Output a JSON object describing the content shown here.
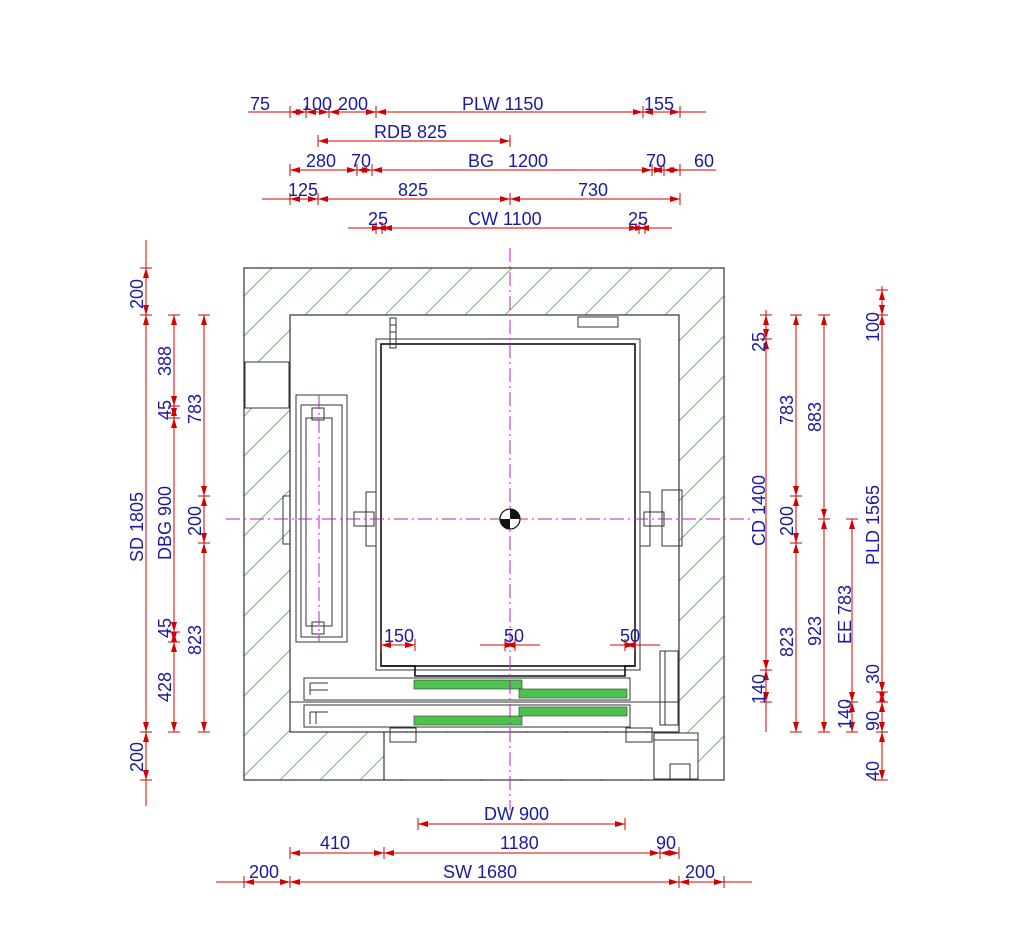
{
  "top_dimensions": {
    "row1": {
      "a": "75",
      "b": "100",
      "c": "200",
      "plw": "PLW 1150",
      "d": "155"
    },
    "row2": {
      "rdb": "RDB 825"
    },
    "row3": {
      "a": "280",
      "b": "70",
      "bg": "BG",
      "bg_val": "1200",
      "c": "70",
      "d": "60"
    },
    "row4": {
      "a": "125",
      "b": "825",
      "c": "730"
    },
    "row5": {
      "a": "25",
      "cw": "CW 1100",
      "b": "25"
    }
  },
  "left_dimensions": {
    "sd": "SD 1805",
    "dbg": "DBG 900",
    "top": "200",
    "bottom": "200",
    "d388": "388",
    "d45a": "45",
    "d45b": "45",
    "d428": "428",
    "d783": "783",
    "d200": "200",
    "d823": "823"
  },
  "right_dimensions": {
    "d25": "25",
    "d783": "783",
    "d883": "883",
    "d100": "100",
    "cd": "CD 1400",
    "d200": "200",
    "pld": "PLD 1565",
    "ee": "EE 783",
    "d823": "823",
    "d923": "923",
    "d140a": "140",
    "d140b": "140",
    "d30": "30",
    "d90": "90",
    "d40": "40"
  },
  "inner_dimensions": {
    "a": "150",
    "b": "50",
    "c": "50"
  },
  "bottom_dimensions": {
    "dw": "DW 900",
    "a": "410",
    "b": "1180",
    "c": "90",
    "d": "200",
    "sw": "SW 1680",
    "e": "200"
  },
  "colors": {
    "dimension_text": "#1a1aa0",
    "dimension_line": "#d40000",
    "hatch": "#3cbf3c",
    "centerline": "#c020c0",
    "door_panel": "#4ec24e"
  }
}
